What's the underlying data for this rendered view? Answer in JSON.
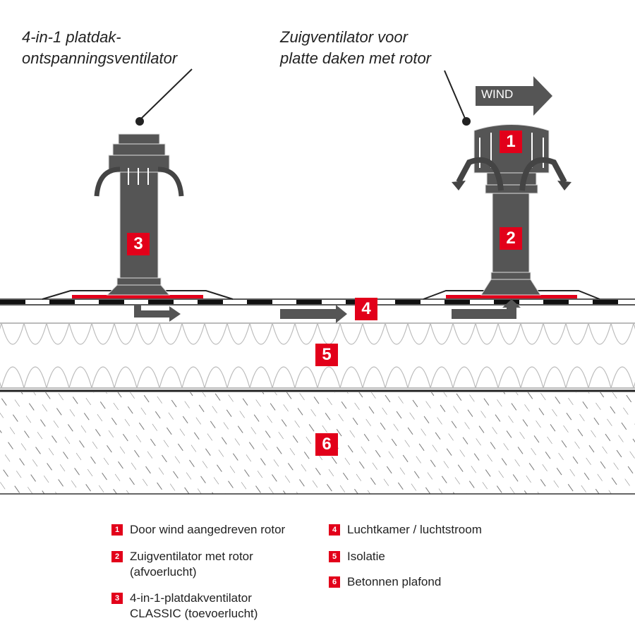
{
  "callouts": {
    "left": [
      "4-in-1 platdak-",
      "ontspanningsventilator"
    ],
    "right": [
      "Zuigventilator voor",
      "platte daken met rotor"
    ]
  },
  "wind_label": "WIND",
  "badges": [
    "1",
    "2",
    "3",
    "4",
    "5",
    "6"
  ],
  "legend": [
    {
      "num": "1",
      "text": "Door wind aangedreven rotor"
    },
    {
      "num": "2",
      "text": "Zuigventilator met rotor (afvoerlucht)"
    },
    {
      "num": "3",
      "text": "4-in-1-platdakventilator CLASSIC (toevoerlucht)"
    },
    {
      "num": "4",
      "text": "Luchtkamer / luchtstroom"
    },
    {
      "num": "5",
      "text": "Isolatie"
    },
    {
      "num": "6",
      "text": "Betonnen plafond"
    }
  ],
  "colors": {
    "accent": "#e2001a",
    "device": "#555555",
    "line": "#222222"
  }
}
